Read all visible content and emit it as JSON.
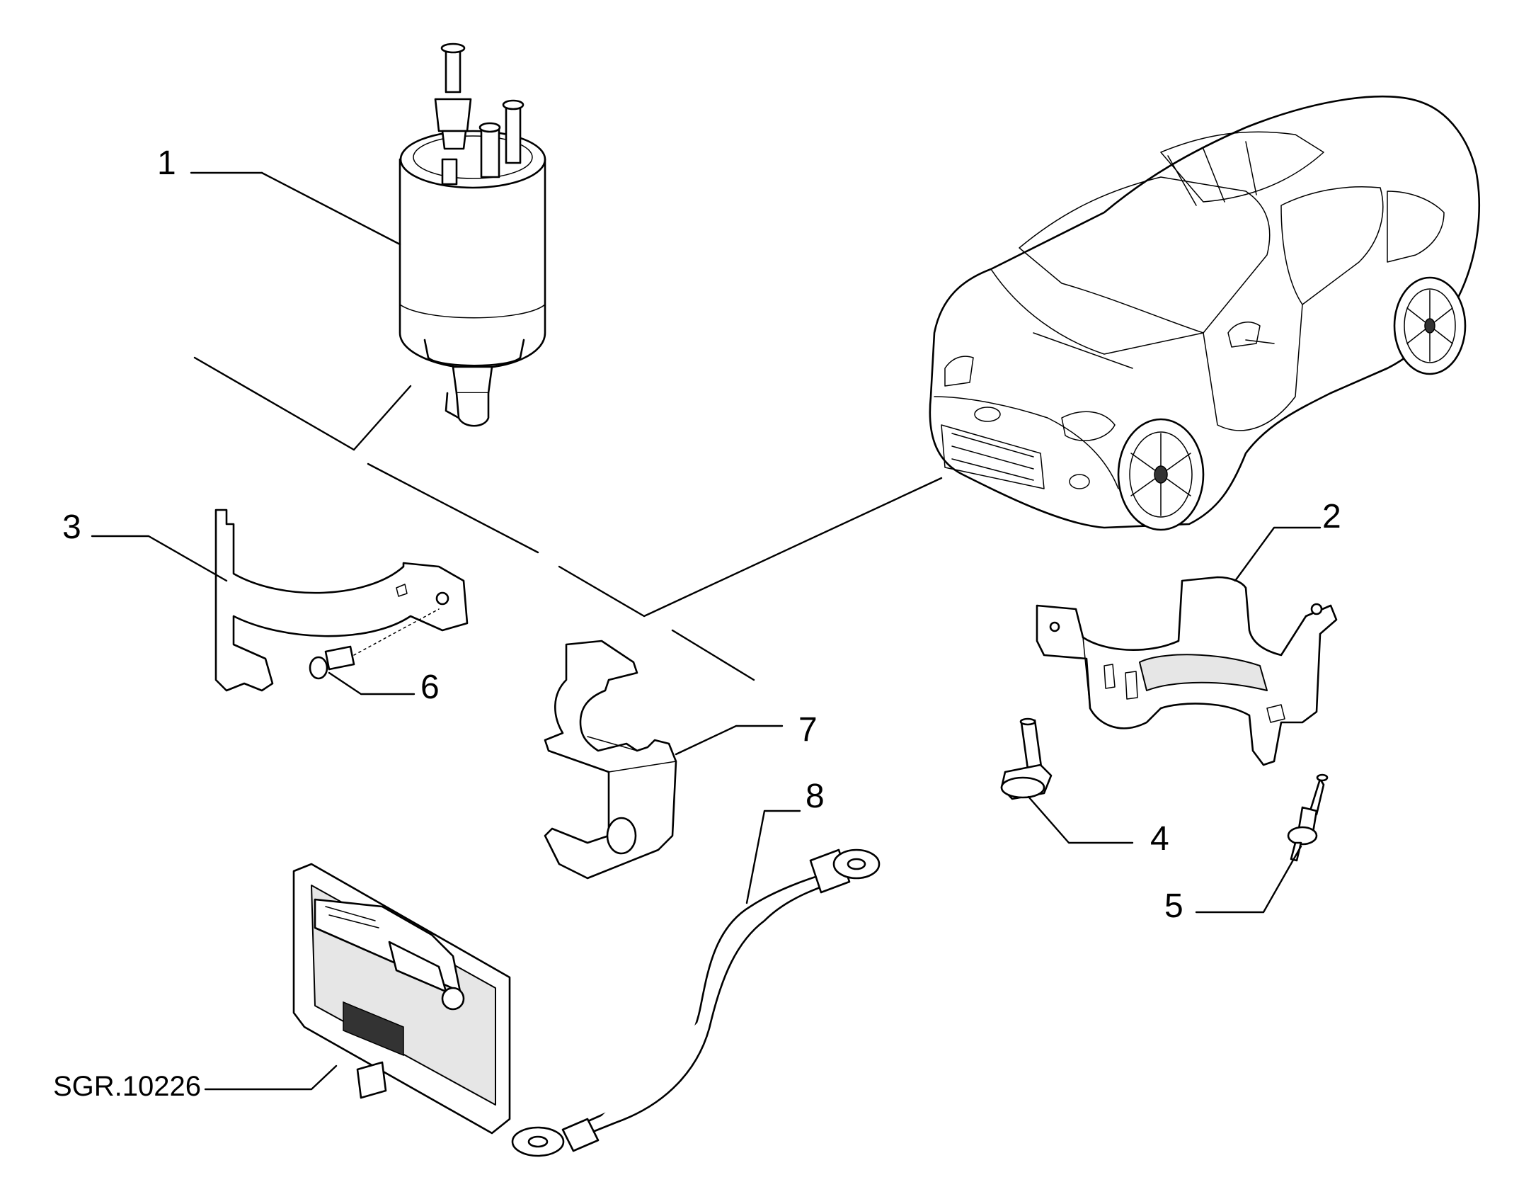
{
  "callouts": {
    "c1": "1",
    "c2": "2",
    "c3": "3",
    "c4": "4",
    "c5": "5",
    "c6": "6",
    "c7": "7",
    "c8": "8"
  },
  "drawing_code": "SGR.10226",
  "parts": [
    {
      "callout": "1",
      "icon": "fuel-filter-icon"
    },
    {
      "callout": "2",
      "icon": "filter-support-bracket-icon"
    },
    {
      "callout": "3",
      "icon": "clamp-bracket-icon"
    },
    {
      "callout": "4",
      "icon": "flange-bolt-icon"
    },
    {
      "callout": "5",
      "icon": "stud-pin-icon"
    },
    {
      "callout": "6",
      "icon": "screw-icon"
    },
    {
      "callout": "7",
      "icon": "pipe-clip-bracket-icon"
    },
    {
      "callout": "8",
      "icon": "ground-cable-icon"
    }
  ],
  "colors": {
    "line": "#000000",
    "background": "#ffffff"
  }
}
